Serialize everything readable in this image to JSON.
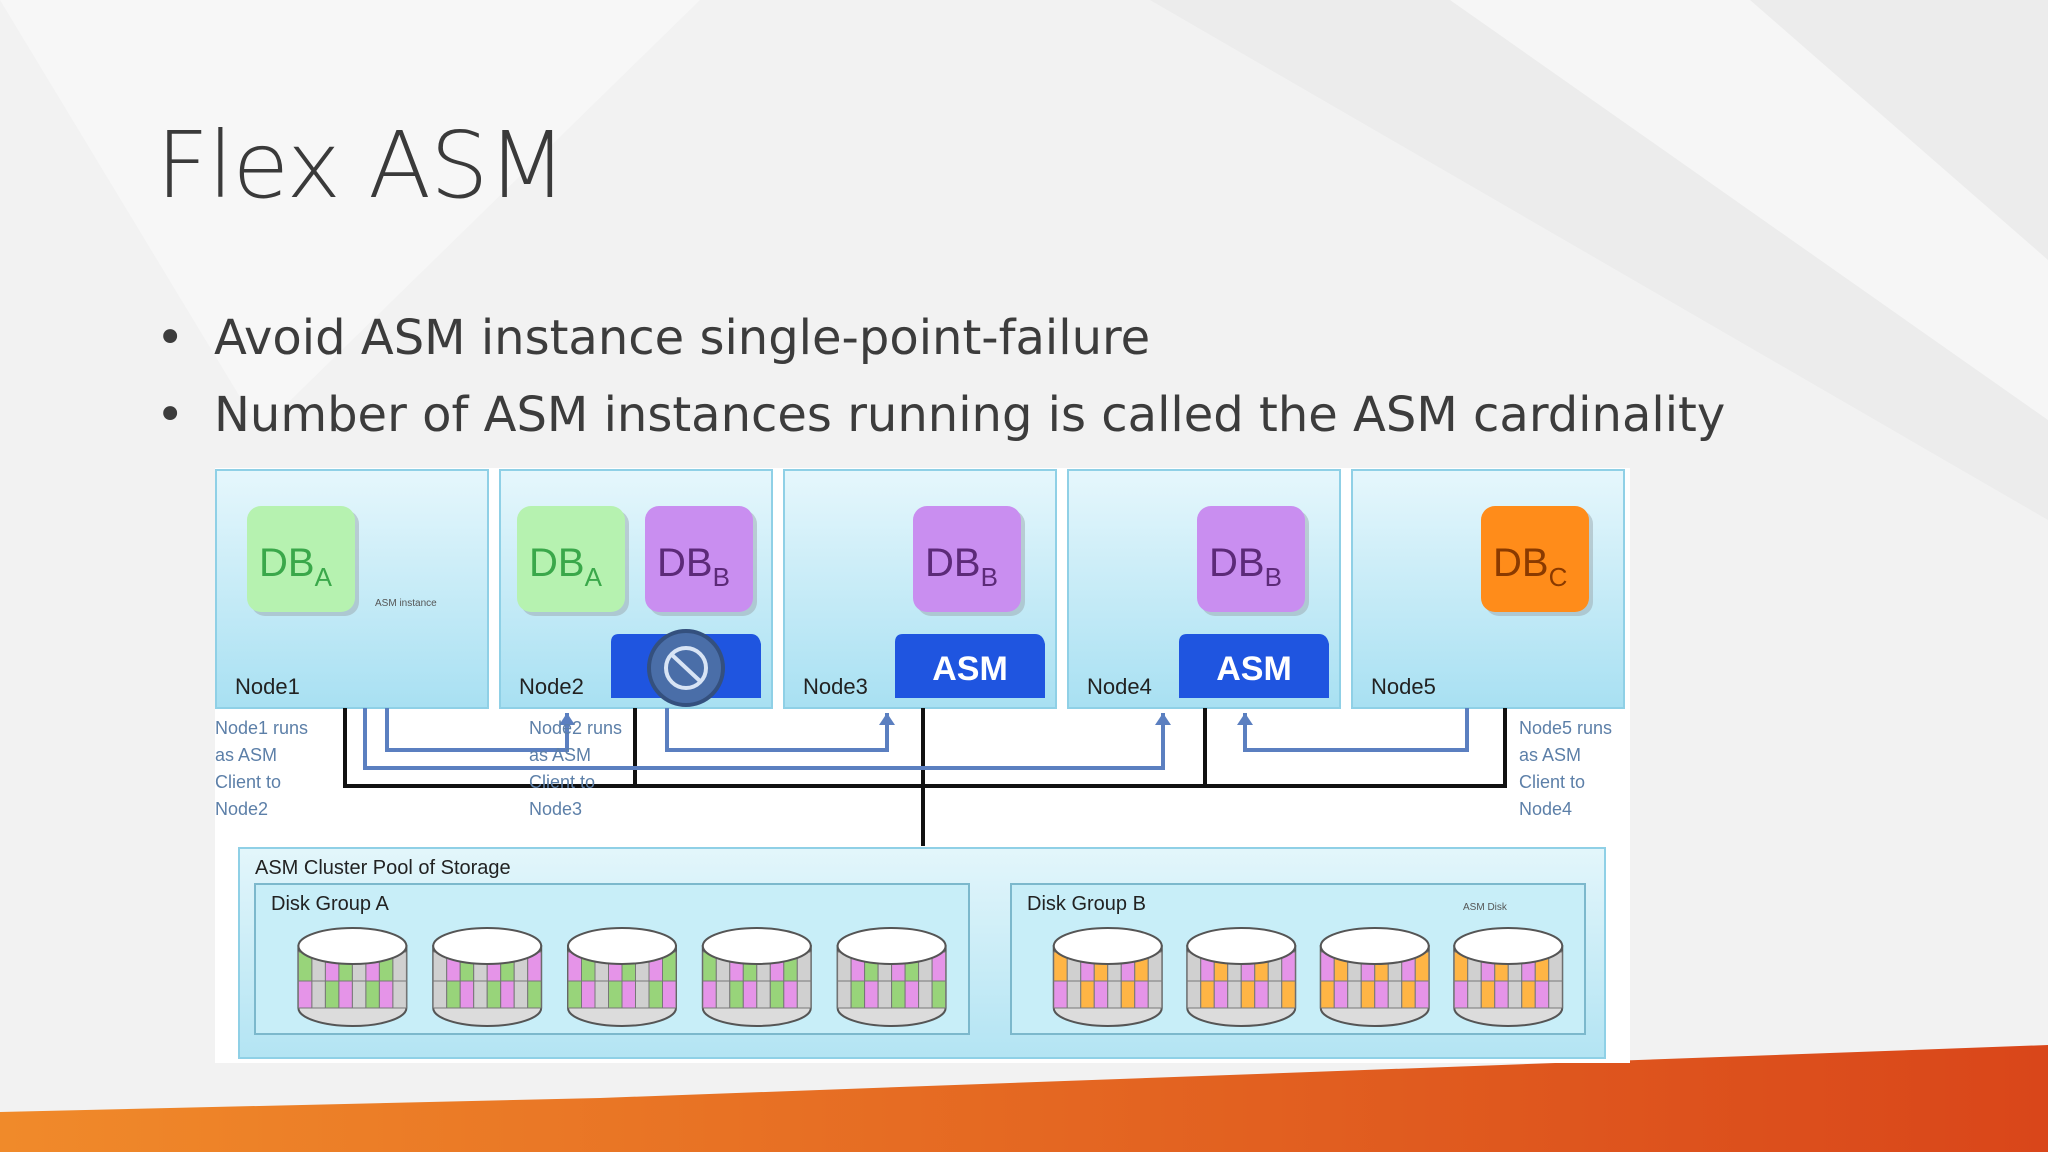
{
  "slide": {
    "title": "Flex ASM",
    "bullets": [
      "Avoid ASM instance single-point-failure",
      "Number of ASM instances running is called the ASM cardinality"
    ]
  },
  "diagram": {
    "nodes": [
      {
        "name": "Node1",
        "dbs": [
          {
            "base": "DB",
            "sub": "A",
            "color": "green"
          }
        ],
        "asm": "none",
        "note": "ASM instance"
      },
      {
        "name": "Node2",
        "dbs": [
          {
            "base": "DB",
            "sub": "A",
            "color": "green"
          },
          {
            "base": "DB",
            "sub": "B",
            "color": "purple"
          }
        ],
        "asm": "failed"
      },
      {
        "name": "Node3",
        "dbs": [
          {
            "base": "DB",
            "sub": "B",
            "color": "purple"
          }
        ],
        "asm": "ASM"
      },
      {
        "name": "Node4",
        "dbs": [
          {
            "base": "DB",
            "sub": "B",
            "color": "purple"
          }
        ],
        "asm": "ASM"
      },
      {
        "name": "Node5",
        "dbs": [
          {
            "base": "DB",
            "sub": "C",
            "color": "orange"
          }
        ],
        "asm": "none"
      }
    ],
    "client_notes": [
      [
        "Node1 runs",
        "as ASM",
        "Client to",
        "Node2"
      ],
      [
        "Node2 runs",
        "as ASM",
        "Client to",
        "Node3"
      ],
      [
        "Node5 runs",
        "as ASM",
        "Client to",
        "Node4"
      ]
    ],
    "pool_label": "ASM Cluster Pool of Storage",
    "disk_groups": [
      {
        "label": "Disk Group A",
        "disks": 5,
        "color": "green"
      },
      {
        "label": "Disk Group B",
        "disks": 4,
        "color": "orange",
        "note": "ASM Disk"
      }
    ]
  },
  "colors": {
    "accent_orange": "#e0561c",
    "db_green": "#b6f2b0",
    "db_purple": "#c98ef0",
    "db_orange": "#ff8c1a",
    "asm_blue": "#1f55e0",
    "node_bg": "#bfeaf7",
    "disk_pink": "#e594e8"
  }
}
